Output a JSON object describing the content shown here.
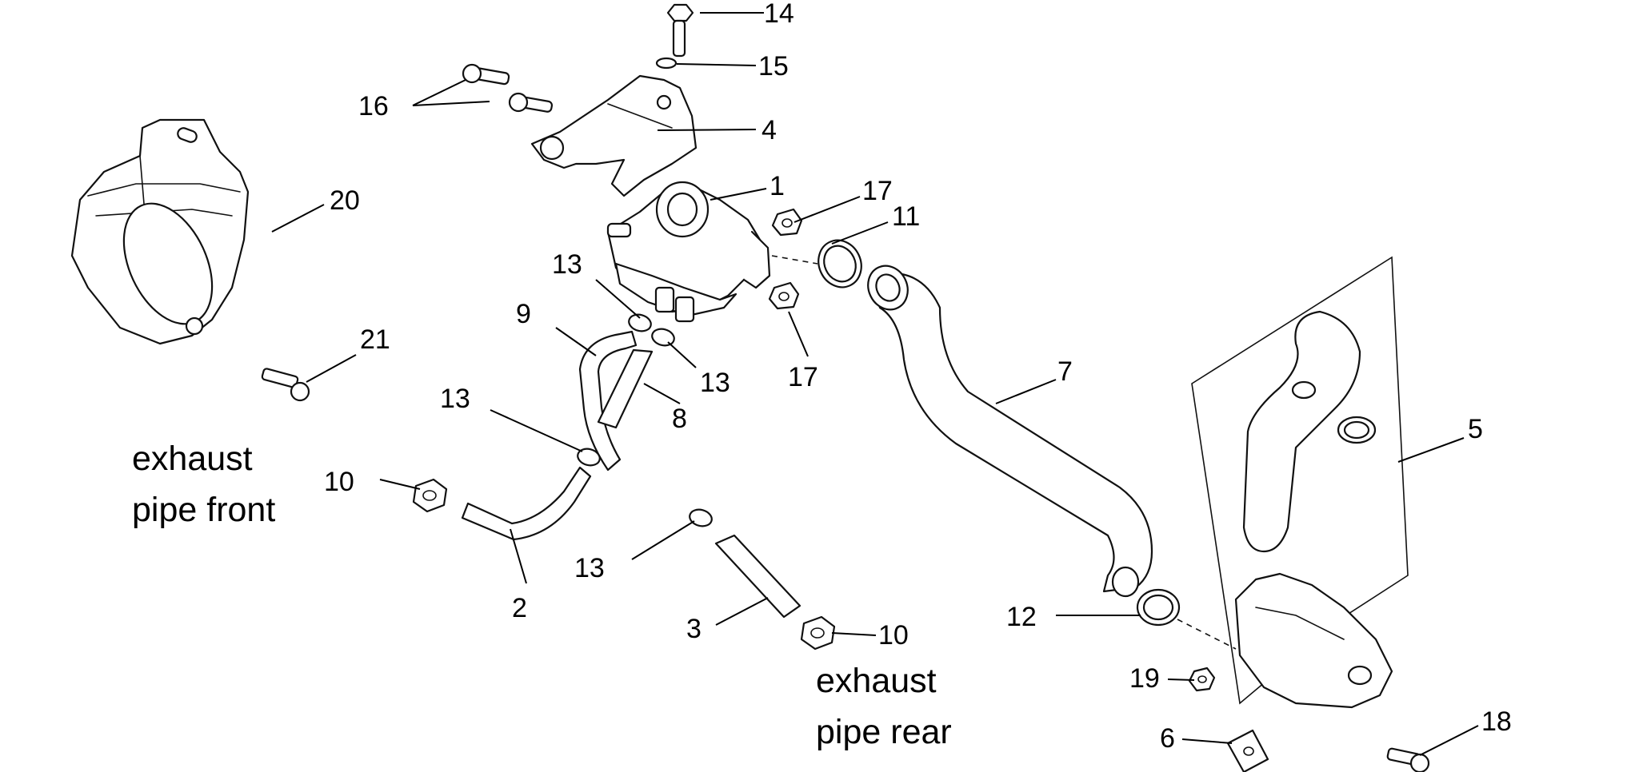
{
  "diagram": {
    "part_numbers": [
      "1",
      "2",
      "3",
      "4",
      "5",
      "6",
      "7",
      "8",
      "9",
      "10",
      "10",
      "11",
      "12",
      "13",
      "13",
      "13",
      "13",
      "14",
      "15",
      "16",
      "17",
      "17",
      "18",
      "19",
      "20",
      "21"
    ],
    "captions": {
      "exhaust_front_line1": "exhaust",
      "exhaust_front_line2": "pipe front",
      "exhaust_rear_line1": "exhaust",
      "exhaust_rear_line2": "pipe rear"
    },
    "labels": {
      "p1": "1",
      "p2": "2",
      "p3": "3",
      "p4": "4",
      "p5": "5",
      "p6": "6",
      "p7": "7",
      "p8": "8",
      "p9": "9",
      "p10a": "10",
      "p10b": "10",
      "p11": "11",
      "p12": "12",
      "p13a": "13",
      "p13b": "13",
      "p13c": "13",
      "p13d": "13",
      "p14": "14",
      "p15": "15",
      "p16": "16",
      "p17a": "17",
      "p17b": "17",
      "p18": "18",
      "p19": "19",
      "p20": "20",
      "p21": "21"
    },
    "colors": {
      "ink": "#000000",
      "paper": "#ffffff",
      "shade": "#d9d9d9"
    }
  }
}
